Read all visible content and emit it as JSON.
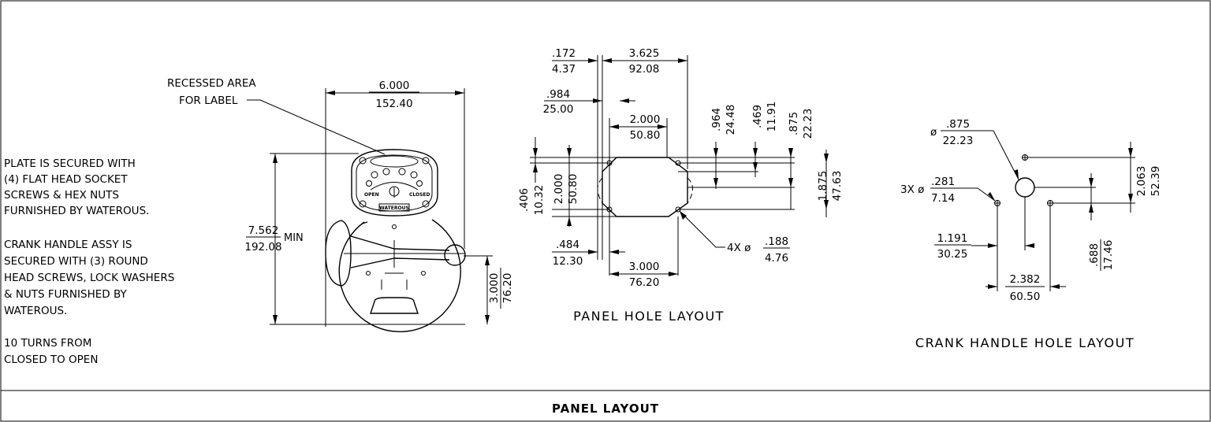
{
  "notes": {
    "recessed_area": [
      "RECESSED AREA",
      "FOR LABEL"
    ],
    "plate_secured": [
      "PLATE IS SECURED WITH",
      "(4) FLAT HEAD SOCKET",
      "SCREWS & HEX NUTS",
      "FURNISHED BY WATEROUS."
    ],
    "crank_handle_assy": [
      "CRANK HANDLE ASSY IS",
      "SECURED WITH (3) ROUND",
      "HEAD SCREWS, LOCK WASHERS",
      "& NUTS FURNISHED BY",
      "WATEROUS."
    ],
    "turns": [
      "10 TURNS FROM",
      "CLOSED TO OPEN"
    ]
  },
  "front_view": {
    "width_in": "6.000",
    "width_mm": "152.40",
    "height_in": "7.562",
    "height_mm": "192.08",
    "height_suffix": "MIN",
    "crank_in": "3.000",
    "crank_mm": "76.20",
    "plate_open": "OPEN",
    "plate_closed": "CLOSED",
    "plate_brand": "WATEROUS"
  },
  "panel_hole": {
    "title": "PANEL HOLE LAYOUT",
    "d172_in": ".172",
    "d172_mm": "4.37",
    "d3625_in": "3.625",
    "d3625_mm": "92.08",
    "d984_in": ".984",
    "d984_mm": "25.00",
    "d2000w_in": "2.000",
    "d2000w_mm": "50.80",
    "d964_in": ".964",
    "d964_mm": "24.48",
    "d469_in": ".469",
    "d469_mm": "11.91",
    "d875_in": ".875",
    "d875_mm": "22.23",
    "d406_in": ".406",
    "d406_mm": "10.32",
    "d2000h_in": "2.000",
    "d2000h_mm": "50.80",
    "d1875_in": "1.875",
    "d1875_mm": "47.63",
    "d484_in": ".484",
    "d484_mm": "12.30",
    "d3000_in": "3.000",
    "d3000_mm": "76.20",
    "holes_prefix": "4X ø",
    "holes_in": ".188",
    "holes_mm": "4.76"
  },
  "crank_hole": {
    "title": "CRANK HANDLE HOLE LAYOUT",
    "big_prefix": "ø",
    "big_in": ".875",
    "big_mm": "22.23",
    "small_prefix": "3X ø",
    "small_in": ".281",
    "small_mm": "7.14",
    "d1191_in": "1.191",
    "d1191_mm": "30.25",
    "d2382_in": "2.382",
    "d2382_mm": "60.50",
    "d2063_in": "2.063",
    "d2063_mm": "52.39",
    "d688_in": ".688",
    "d688_mm": "17.46"
  },
  "footer": {
    "title": "PANEL LAYOUT"
  }
}
